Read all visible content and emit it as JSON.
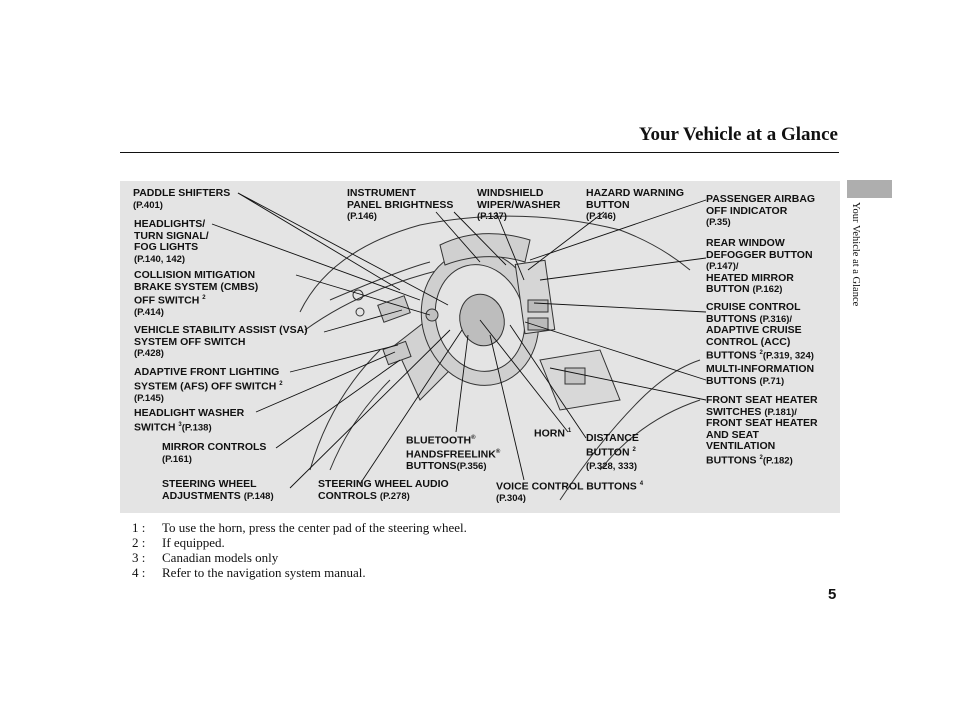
{
  "header": {
    "title": "Your Vehicle at a Glance"
  },
  "side_tab": {
    "label": "Your Vehicle at a Glance"
  },
  "labels": {
    "paddle": {
      "text": "PADDLE SHIFTERS",
      "ref": "(P.401)"
    },
    "headlights": {
      "l1": "HEADLIGHTS/",
      "l2": "TURN SIGNAL/",
      "l3": "FOG LIGHTS",
      "ref": "(P.140, 142)"
    },
    "cmbs": {
      "l1": "COLLISION MITIGATION",
      "l2": "BRAKE SYSTEM (CMBS)",
      "l3": "OFF SWITCH",
      "sup": "2",
      "ref": "(P.414)"
    },
    "vsa": {
      "l1": "VEHICLE STABILITY ASSIST (VSA)",
      "l2": "SYSTEM OFF SWITCH",
      "ref": "(P.428)"
    },
    "afs": {
      "l1": "ADAPTIVE FRONT LIGHTING",
      "l2": "SYSTEM (AFS) OFF SWITCH",
      "sup": "2",
      "ref": "(P.145)"
    },
    "washer": {
      "l1": "HEADLIGHT WASHER",
      "l2": "SWITCH",
      "sup": "3",
      "ref": "(P.138)"
    },
    "mirror": {
      "l1": "MIRROR CONTROLS",
      "ref": "(P.161)"
    },
    "steering_adj": {
      "l1": "STEERING WHEEL",
      "l2": "ADJUSTMENTS",
      "ref": "(P.148)"
    },
    "audio": {
      "l1": "STEERING WHEEL AUDIO",
      "l2": "CONTROLS",
      "ref": "(P.278)"
    },
    "bluetooth": {
      "l1": "BLUETOOTH",
      "l1sup": "®",
      "l2": "HANDSFREELINK",
      "l2sup": "®",
      "l3": "BUTTONS",
      "ref": "(P.356)"
    },
    "horn": {
      "text": "HORN",
      "sup": "1"
    },
    "distance": {
      "l1": "DISTANCE",
      "l2": "BUTTON",
      "sup": "2",
      "ref": "(P.328, 333)"
    },
    "voice": {
      "text": "VOICE CONTROL BUTTONS",
      "sup": "4",
      "ref": "(P.304)"
    },
    "instrument": {
      "l1": "INSTRUMENT",
      "l2": "PANEL BRIGHTNESS",
      "ref": "(P.146)"
    },
    "wiper": {
      "l1": "WINDSHIELD",
      "l2": "WIPER/WASHER",
      "ref": "(P.137)"
    },
    "hazard": {
      "l1": "HAZARD WARNING",
      "l2": "BUTTON",
      "ref": "(P.146)"
    },
    "airbag": {
      "l1": "PASSENGER AIRBAG",
      "l2": "OFF INDICATOR",
      "ref": "(P.35)"
    },
    "defogger": {
      "l1": "REAR WINDOW",
      "l2": "DEFOGGER BUTTON",
      "l3": "(P.147)/",
      "l4": "HEATED MIRROR",
      "l5": "BUTTON",
      "ref": "(P.162)"
    },
    "cruise": {
      "l1": "CRUISE CONTROL",
      "l2": "BUTTONS",
      "ref1": "(P.316)/",
      "l3": "ADAPTIVE CRUISE",
      "l4": "CONTROL (ACC)",
      "l5": "BUTTONS",
      "sup": "2",
      "ref2": "(P.319, 324)"
    },
    "multi": {
      "l1": "MULTI-INFORMATION",
      "l2": "BUTTONS",
      "ref": "(P.71)"
    },
    "seat": {
      "l1": "FRONT SEAT HEATER",
      "l2": "SWITCHES",
      "ref1": "(P.181)/",
      "l3": "FRONT SEAT HEATER",
      "l4": "AND SEAT",
      "l5": "VENTILATION",
      "l6": "BUTTONS",
      "sup": "2",
      "ref2": "(P.182)"
    }
  },
  "notes": [
    {
      "num": "1 :",
      "text": "To use the horn, press the center pad of the steering wheel."
    },
    {
      "num": "2 :",
      "text": "If equipped."
    },
    {
      "num": "3 :",
      "text": "Canadian models only"
    },
    {
      "num": "4 :",
      "text": "Refer to the navigation system manual."
    }
  ],
  "page_number": "5"
}
